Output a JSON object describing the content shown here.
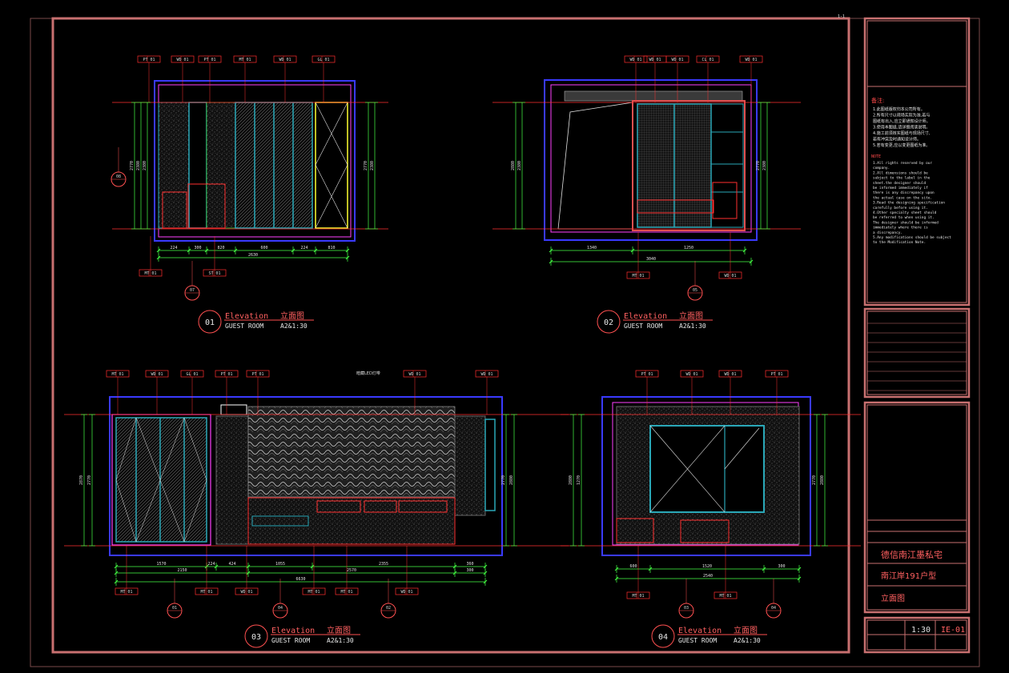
{
  "top_right_mark": "1-1",
  "views": [
    {
      "num": "01",
      "title_en": "Elevation",
      "title_cn": "立面图",
      "sub": "GUEST ROOM",
      "scale": "A2&1:30"
    },
    {
      "num": "02",
      "title_en": "Elevation",
      "title_cn": "立面图",
      "sub": "GUEST ROOM",
      "scale": "A2&1:30"
    },
    {
      "num": "03",
      "title_en": "Elevation",
      "title_cn": "立面图",
      "sub": "GUEST ROOM",
      "scale": "A2&1:30"
    },
    {
      "num": "04",
      "title_en": "Elevation",
      "title_cn": "立面图",
      "sub": "GUEST ROOM",
      "scale": "A2&1:30"
    }
  ],
  "view1": {
    "dims": [
      "224",
      "300",
      "820",
      "600",
      "224",
      "810"
    ],
    "total": "2630",
    "heights": [
      "2770",
      "2380",
      "2380"
    ],
    "tags_top": [
      "PT 01",
      "WD 01",
      "PT 01",
      "MT 01",
      "WD 01",
      "GL 01"
    ],
    "tags_bottom": [
      "MT 01",
      "ST 01"
    ],
    "callouts": [
      "08",
      "07"
    ]
  },
  "view2": {
    "dims": [
      "1340",
      "1250"
    ],
    "total": "3040",
    "heights": [
      "2880",
      "2380",
      "2770",
      "2380"
    ],
    "tags_top": [
      "WD 01",
      "WD 01",
      "WD 01",
      "CL 01",
      "WD 01"
    ],
    "tags_bottom": [
      "MT 01",
      "WD 01"
    ],
    "callouts": [
      "05"
    ]
  },
  "view3": {
    "dims": [
      "1570",
      "224",
      "424",
      "1055",
      "2355",
      "360"
    ],
    "dims2": [
      "2150",
      "2570",
      "300"
    ],
    "total": "6630",
    "heights": [
      "2870",
      "2770",
      "2770",
      "2880"
    ],
    "tags_top": [
      "MT 01",
      "WD 01",
      "GL 01",
      "PT 01",
      "PT 01",
      "WD 01",
      "WD 01"
    ],
    "tags_bottom": [
      "MT 01",
      "MT 01",
      "WD 01",
      "MT 01",
      "MT 01",
      "WD 01"
    ],
    "note": "暗藏LED灯带",
    "callouts": [
      "01",
      "04",
      "02"
    ]
  },
  "view4": {
    "dims": [
      "600",
      "1520",
      "300"
    ],
    "total": "2540",
    "heights": [
      "2880",
      "1270",
      "2770",
      "2880"
    ],
    "tags_top": [
      "PT 01",
      "WD 01",
      "WD 01",
      "PT 01"
    ],
    "tags_bottom": [
      "MT 01",
      "MT 01"
    ],
    "callouts": [
      "03",
      "04"
    ]
  },
  "notes": {
    "cn_title": "备注:",
    "cn_lines": [
      "1.此图纸版权归本公司所有。",
      "2.所有尺寸以现场实际为准,若与",
      "  图纸有出入,应立即通知设计师。",
      "3.使用本图纸,请详细阅读说明。",
      "4.施工前须核实图纸与现场尺寸,",
      "  若有冲突及时通知设计师。",
      "5.若有变更,应以变更图纸为准。"
    ],
    "en_title": "NOTE",
    "en_lines": [
      "1.All rights reserved by our",
      "  company.",
      "2.All dimensions should be",
      "  subject to the label in the",
      "  sheet.the designer should",
      "  be informed immediately if",
      "  there is any discrepancy upon",
      "  the actual case on the site.",
      "3.Read the designing specification",
      "  carefully before using it.",
      "4.Other specialty sheet should",
      "  be referred to when using it.",
      "  The designer should be informed",
      "  immediately where there is",
      "  a discrepancy.",
      "5.Any modifications should be subject",
      "  to the Modification Note."
    ]
  },
  "title_block": {
    "project": "德信南江墨私宅",
    "drawing": "南江岸191户型",
    "sheet_title": "立面图",
    "scale": "1:30",
    "number": "IE-01"
  },
  "colors": {
    "frame": "#c87070",
    "red": "#ff3030",
    "green": "#44ff44",
    "blue": "#3a3aff",
    "cyan": "#2aa8b8",
    "magenta": "#ff40ff",
    "yellow": "#ffff30"
  }
}
